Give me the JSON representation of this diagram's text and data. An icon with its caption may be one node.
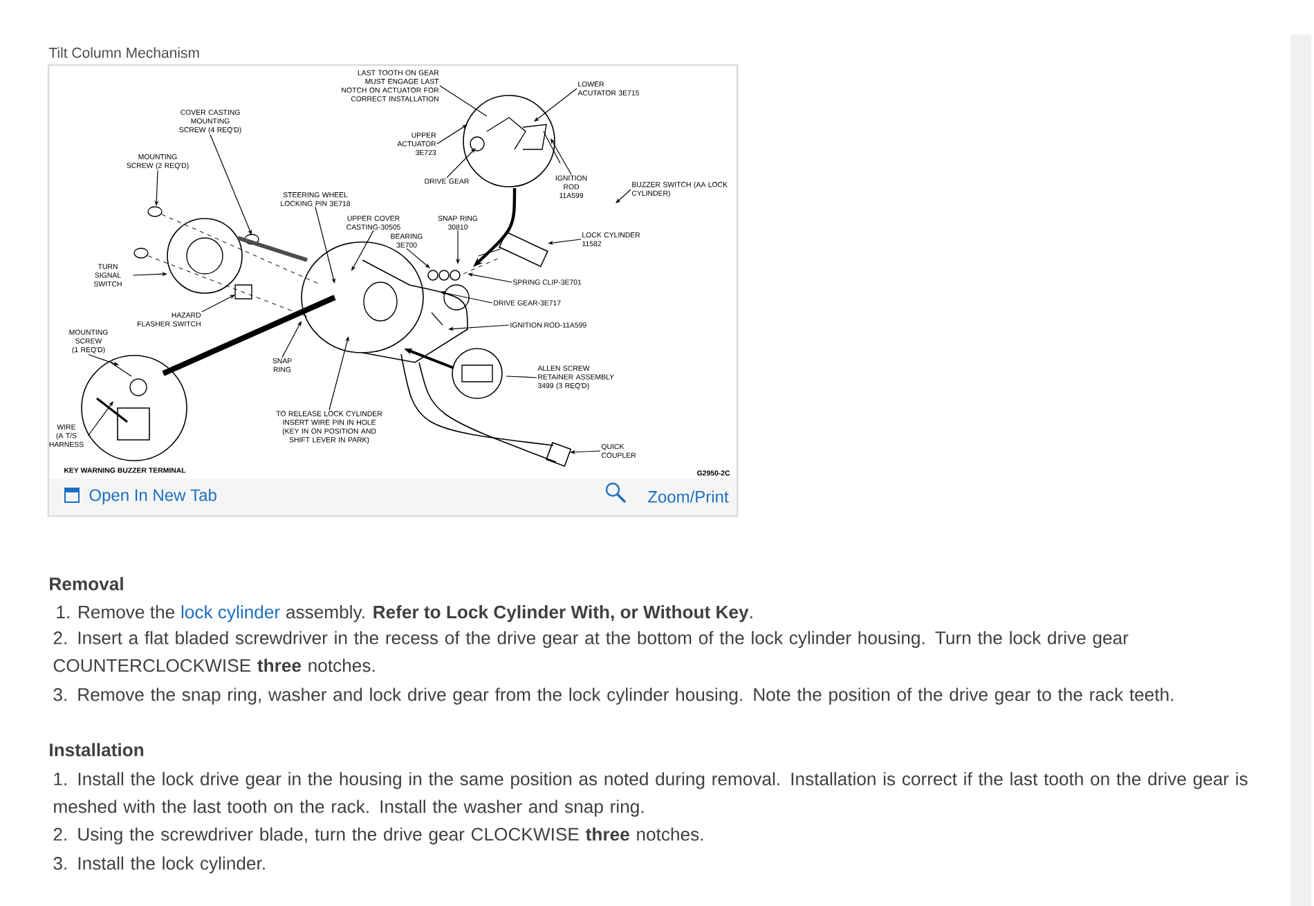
{
  "diagram": {
    "title": "Tilt Column Mechanism",
    "nodes": [
      {
        "text": [
          "LAST TOOTH ON GEAR MUST ENGAGE LAST NOTCH ON ACTUATOR FOR CORRECT INSTALLATION"
        ]
      },
      {
        "text": [
          "LOWER ACUTATOR 3E715"
        ]
      },
      {
        "text": [
          "UPPER ACTUATOR 3E723"
        ]
      },
      {
        "text": [
          "DRIVE GEAR"
        ]
      },
      {
        "text": [
          "IGNITION ROD 11A599"
        ]
      },
      {
        "text": [
          "BUZZER SWITCH (AA LOCK CYLINDER)"
        ]
      },
      {
        "text": [
          "LOCK CYLINDER 11582"
        ]
      },
      {
        "text": [
          "SNAP RING 30810"
        ]
      },
      {
        "text": [
          "BEARING 3E700"
        ]
      },
      {
        "text": [
          "SPRING CLIP-3E701"
        ]
      },
      {
        "text": [
          "DRIVE GEAR-3E717"
        ]
      },
      {
        "text": [
          "IGNITION ROD-11A599"
        ]
      },
      {
        "text": [
          "ALLEN SCREW RETAINER ASSEMBLY 3499 (3 REQ'D)"
        ]
      },
      {
        "text": [
          "QUICK COUPLER"
        ]
      },
      {
        "text": [
          "TO RELEASE LOCK CYLINDER INSERT WIRE PIN IN HOLE (KEY IN ON POSITION AND SHIFT LEVER IN PARK)"
        ]
      },
      {
        "text": [
          "SNAP RING"
        ]
      },
      {
        "text": [
          "UPPER COVER CASTING-30505"
        ]
      },
      {
        "text": [
          "STEERING WHEEL LOCKING PIN 3E718"
        ]
      },
      {
        "text": [
          "COVER CASTING MOUNTING SCREW (4 REQ'D)"
        ]
      },
      {
        "text": [
          "MOUNTING SCREW (2 REQ'D)"
        ]
      },
      {
        "text": [
          "TURN SIGNAL SWITCH"
        ]
      },
      {
        "text": [
          "HAZARD FLASHER SWITCH"
        ]
      },
      {
        "text": [
          "MOUNTING SCREW (1 REQ'D)"
        ]
      },
      {
        "text": [
          "WIRE (A T/S HARNESS"
        ]
      }
    ],
    "edges": [
      {
        "from": 0,
        "to": null,
        "arrow": "none"
      },
      {
        "from": 1,
        "to": null,
        "arrow": "to"
      },
      {
        "from": 2,
        "to": null,
        "arrow": "to"
      },
      {
        "from": 3,
        "to": null,
        "arrow": "to"
      },
      {
        "from": 4,
        "to": null,
        "arrow": "to"
      },
      {
        "from": 5,
        "to": null,
        "arrow": "to"
      },
      {
        "from": 6,
        "to": null,
        "arrow": "to"
      },
      {
        "from": 7,
        "to": null,
        "arrow": "to"
      },
      {
        "from": 8,
        "to": null,
        "arrow": "to"
      },
      {
        "from": 9,
        "to": null,
        "arrow": "to"
      },
      {
        "from": 10,
        "to": null,
        "arrow": "to"
      },
      {
        "from": 11,
        "to": null,
        "arrow": "to"
      },
      {
        "from": 12,
        "to": null,
        "arrow": "none"
      },
      {
        "from": 13,
        "to": null,
        "arrow": "to"
      },
      {
        "from": 14,
        "to": null,
        "arrow": "to"
      },
      {
        "from": 15,
        "to": null,
        "arrow": "to"
      },
      {
        "from": 16,
        "to": null,
        "arrow": "to"
      },
      {
        "from": 17,
        "to": null,
        "arrow": "to"
      },
      {
        "from": 18,
        "to": null,
        "arrow": "to"
      },
      {
        "from": 19,
        "to": null,
        "arrow": "to"
      },
      {
        "from": 20,
        "to": null,
        "arrow": "to"
      },
      {
        "from": 21,
        "to": null,
        "arrow": "to"
      },
      {
        "from": 22,
        "to": null,
        "arrow": "to"
      },
      {
        "from": 23,
        "to": null,
        "arrow": "to"
      }
    ],
    "labels": [
      "KEY WARNING BUZZER TERMINAL",
      "G2950-2C",
      "Open In New Tab",
      "Zoom/Print",
      "Removal",
      "1. Remove the",
      "lock cylinder",
      "assembly. **Refer to Lock Cylinder With, or Without Key**.",
      "2. Insert a flat bladed screwdriver in the recess of the drive gear at the bottom of the lock cylinder housing. Turn the lock drive gear COUNTERCLOCKWISE **three** notches.",
      "3. Remove the snap ring, washer and lock drive gear from the lock cylinder housing. Note the position of the drive gear to the rack teeth.",
      "Installation",
      "1. Install the lock drive gear in the housing in the same position as noted during removal. Installation is correct if the last tooth on the drive gear is meshed with the last tooth on the rack. Install the washer and snap ring.",
      "2. Using the screwdriver blade, turn the drive gear CLOCKWISE **three** notches.",
      "3. Install the lock cylinder."
    ]
  }
}
